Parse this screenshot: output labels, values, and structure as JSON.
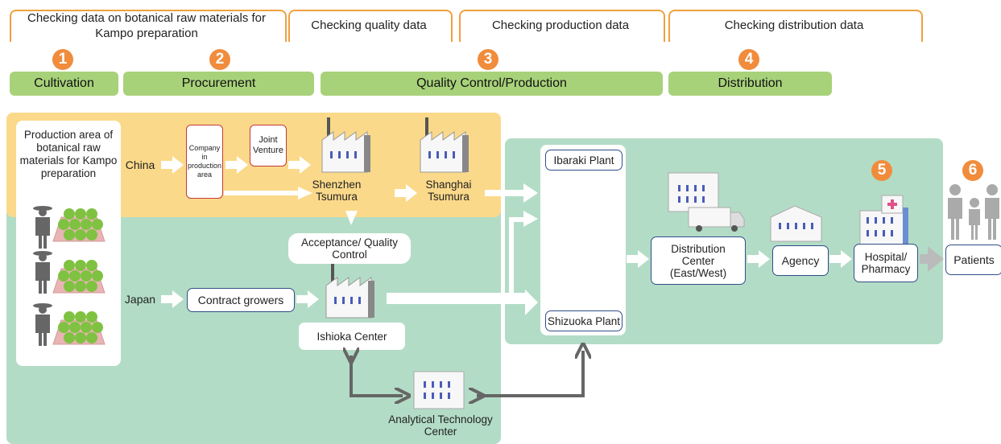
{
  "check_headers": [
    {
      "label": "Checking data on botanical raw materials for Kampo preparation"
    },
    {
      "label": "Checking quality data"
    },
    {
      "label": "Checking production data"
    },
    {
      "label": "Checking distribution data"
    }
  ],
  "stages": [
    {
      "num": "1",
      "label": "Cultivation"
    },
    {
      "num": "2",
      "label": "Procurement"
    },
    {
      "num": "3",
      "label": "Quality Control/Production"
    },
    {
      "num": "4",
      "label": "Distribution"
    }
  ],
  "extra_nums": [
    "5",
    "6"
  ],
  "production_area": "Production area of botanical raw materials for Kampo preparation",
  "china_label": "China",
  "japan_label": "Japan",
  "company_area": "Company in production area",
  "joint_venture": "Joint Venture",
  "shenzhen": "Shenzhen Tsumura",
  "shanghai": "Shanghai Tsumura",
  "acceptance": "Acceptance/ Quality Control",
  "contract_growers": "Contract growers",
  "ishioka": "Ishioka Center",
  "analytical": "Analytical Technology Center",
  "ibaraki": "Ibaraki Plant",
  "shizuoka": "Shizuoka Plant",
  "distribution_center": "Distribution Center (East/West)",
  "agency": "Agency",
  "hospital": "Hospital/ Pharmacy",
  "patients": "Patients",
  "colors": {
    "orange": "#f08c3c",
    "stage_green": "#a8d27a",
    "zone_yellow": "#fbd98a",
    "zone_green": "#b3dcc6",
    "node_border": "#2f4f88"
  }
}
